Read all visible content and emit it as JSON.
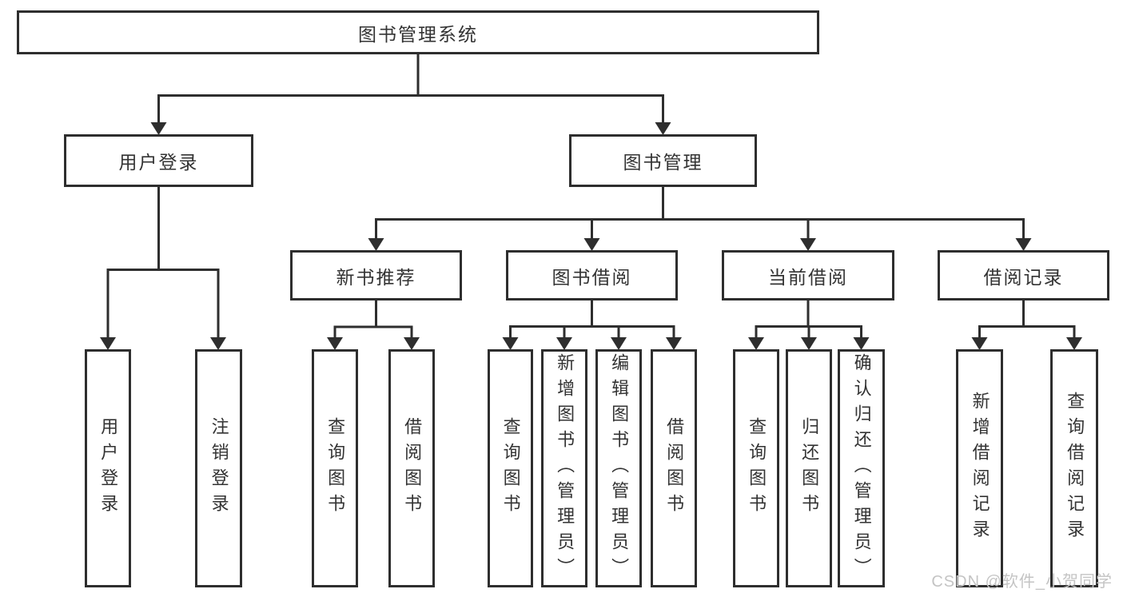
{
  "tree": {
    "root": {
      "label": "图书管理系统",
      "children": [
        {
          "label": "用户登录",
          "children": [
            {
              "label": "用户登录"
            },
            {
              "label": "注销登录"
            }
          ]
        },
        {
          "label": "图书管理",
          "children": [
            {
              "label": "新书推荐",
              "children": [
                {
                  "label": "查询图书"
                },
                {
                  "label": "借阅图书"
                }
              ]
            },
            {
              "label": "图书借阅",
              "children": [
                {
                  "label": "查询图书"
                },
                {
                  "label": "新增图书（管理员）"
                },
                {
                  "label": "编辑图书（管理员）"
                },
                {
                  "label": "借阅图书"
                }
              ]
            },
            {
              "label": "当前借阅",
              "children": [
                {
                  "label": "查询图书"
                },
                {
                  "label": "归还图书"
                },
                {
                  "label": "确认归还（管理员）"
                }
              ]
            },
            {
              "label": "借阅记录",
              "children": [
                {
                  "label": "新增借阅记录"
                },
                {
                  "label": "查询借阅记录"
                }
              ]
            }
          ]
        }
      ]
    }
  },
  "watermark": {
    "text": "CSDN @软件_小贺同学"
  },
  "colors": {
    "line": "#2e2e2e",
    "text": "#333333",
    "watermark": "#c4c4c4",
    "background": "#ffffff"
  }
}
